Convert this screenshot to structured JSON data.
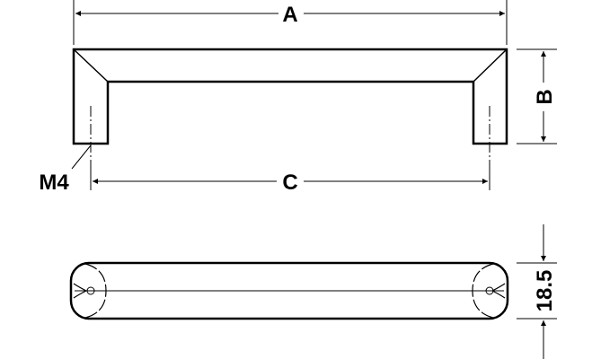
{
  "labels": {
    "dim_a": "A",
    "dim_b": "B",
    "dim_c": "C",
    "thread": "M4",
    "height": "18.5"
  },
  "colors": {
    "line": "#000000",
    "background": "#ffffff"
  }
}
